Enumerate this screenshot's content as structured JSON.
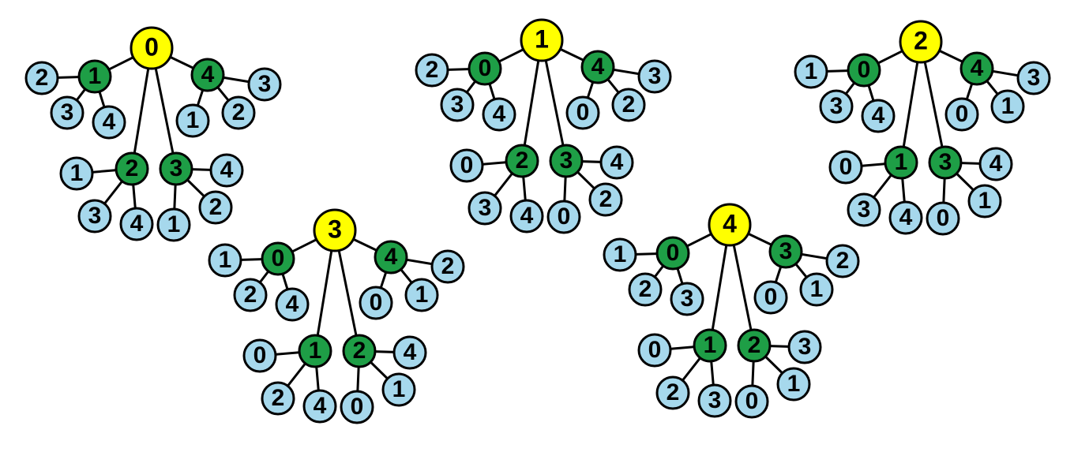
{
  "colors": {
    "root": "#ffff00",
    "child": "#1e9e46",
    "leaf": "#a6d8ec",
    "stroke": "#000000",
    "background": "#ffffff"
  },
  "trees": [
    {
      "root": "0",
      "children": [
        {
          "label": "1",
          "leaves": [
            "2",
            "3",
            "4"
          ]
        },
        {
          "label": "4",
          "leaves": [
            "3",
            "1",
            "2"
          ]
        },
        {
          "label": "2",
          "leaves": [
            "1",
            "3",
            "4"
          ]
        },
        {
          "label": "3",
          "leaves": [
            "4",
            "1",
            "2"
          ]
        }
      ]
    },
    {
      "root": "1",
      "children": [
        {
          "label": "0",
          "leaves": [
            "2",
            "3",
            "4"
          ]
        },
        {
          "label": "4",
          "leaves": [
            "3",
            "0",
            "2"
          ]
        },
        {
          "label": "2",
          "leaves": [
            "0",
            "3",
            "4"
          ]
        },
        {
          "label": "3",
          "leaves": [
            "4",
            "0",
            "2"
          ]
        }
      ]
    },
    {
      "root": "2",
      "children": [
        {
          "label": "0",
          "leaves": [
            "1",
            "3",
            "4"
          ]
        },
        {
          "label": "4",
          "leaves": [
            "3",
            "0",
            "1"
          ]
        },
        {
          "label": "1",
          "leaves": [
            "0",
            "3",
            "4"
          ]
        },
        {
          "label": "3",
          "leaves": [
            "4",
            "0",
            "1"
          ]
        }
      ]
    },
    {
      "root": "3",
      "children": [
        {
          "label": "0",
          "leaves": [
            "1",
            "2",
            "4"
          ]
        },
        {
          "label": "4",
          "leaves": [
            "2",
            "0",
            "1"
          ]
        },
        {
          "label": "1",
          "leaves": [
            "0",
            "2",
            "4"
          ]
        },
        {
          "label": "2",
          "leaves": [
            "4",
            "0",
            "1"
          ]
        }
      ]
    },
    {
      "root": "4",
      "children": [
        {
          "label": "0",
          "leaves": [
            "1",
            "2",
            "3"
          ]
        },
        {
          "label": "3",
          "leaves": [
            "2",
            "0",
            "1"
          ]
        },
        {
          "label": "1",
          "leaves": [
            "0",
            "2",
            "3"
          ]
        },
        {
          "label": "2",
          "leaves": [
            "3",
            "0",
            "1"
          ]
        }
      ]
    }
  ]
}
